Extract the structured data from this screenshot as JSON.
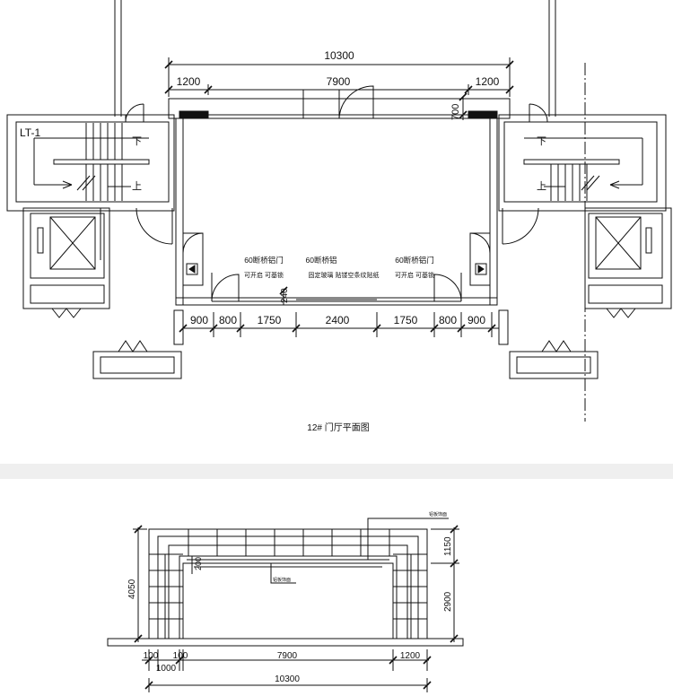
{
  "plan": {
    "title": "12# 门厅平面图",
    "lift_tag": "LT-1",
    "stair_down": "下",
    "stair_up": "上",
    "top_dims": {
      "overall": "10300",
      "left": "1200",
      "center": "7900",
      "right": "1200",
      "depth": "700"
    },
    "bottom_dims": [
      "900",
      "800",
      "1750",
      "2400",
      "1750",
      "800",
      "900"
    ],
    "small_dim": "240",
    "door_notes": [
      {
        "line1": "60断桥铝门",
        "line2": "可开启  可基锁"
      },
      {
        "line1": "60断桥铝",
        "line2": "固定玻璃  贴镂空条纹贴纸"
      },
      {
        "line1": "60断桥铝门",
        "line2": "可开启  可基锁"
      }
    ]
  },
  "elevation": {
    "height_total": "4050",
    "height_top": "1150",
    "height_bottom": "2900",
    "inner_small": "200",
    "bottom_dims": [
      "100",
      "100",
      "7900",
      "1200"
    ],
    "sub_dim": "1000",
    "overall": "10300",
    "note_top": "铝板饰面",
    "note_center": "铝板饰面"
  },
  "colors": {
    "line": "#111111",
    "divider": "#efefef",
    "background": "#ffffff"
  }
}
